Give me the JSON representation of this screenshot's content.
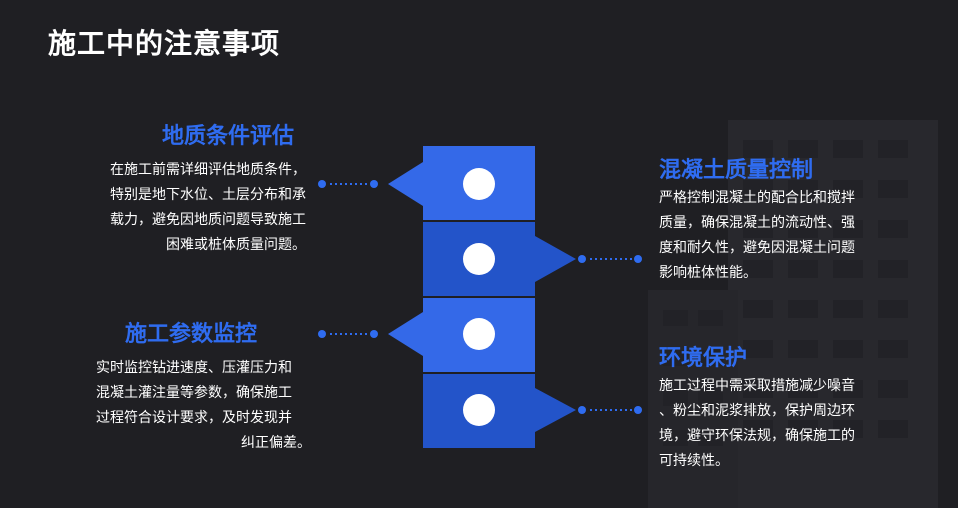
{
  "title": "施工中的注意事项",
  "sections": [
    {
      "title": "地质条件评估",
      "lines": [
        "在施工前需详细评估地质条件，",
        "特别是地下水位、土层分布和承",
        "载力，避免因地质问题导致施工",
        "困难或桩体质量问题。"
      ]
    },
    {
      "title": "混凝土质量控制",
      "lines": [
        "严格控制混凝土的配合比和搅拌",
        "质量，确保混凝土的流动性、强",
        "度和耐久性，避免因混凝土问题",
        "影响桩体性能。"
      ]
    },
    {
      "title": "施工参数监控",
      "lines": [
        "实时监控钻进速度、压灌压力和",
        "混凝土灌注量等参数，确保施工",
        "过程符合设计要求，及时发现并",
        "纠正偏差。"
      ]
    },
    {
      "title": "环境保护",
      "lines": [
        "施工过程中需采取措施减少噪音",
        "、粉尘和泥浆排放，保护周边环",
        "境，避守环保法规，确保施工的",
        "可持续性。"
      ]
    }
  ],
  "colors": {
    "accent": "#2f6cf0",
    "block_light": "#3469e8",
    "block_dark": "#2354c9",
    "background": "#1f1f23"
  }
}
